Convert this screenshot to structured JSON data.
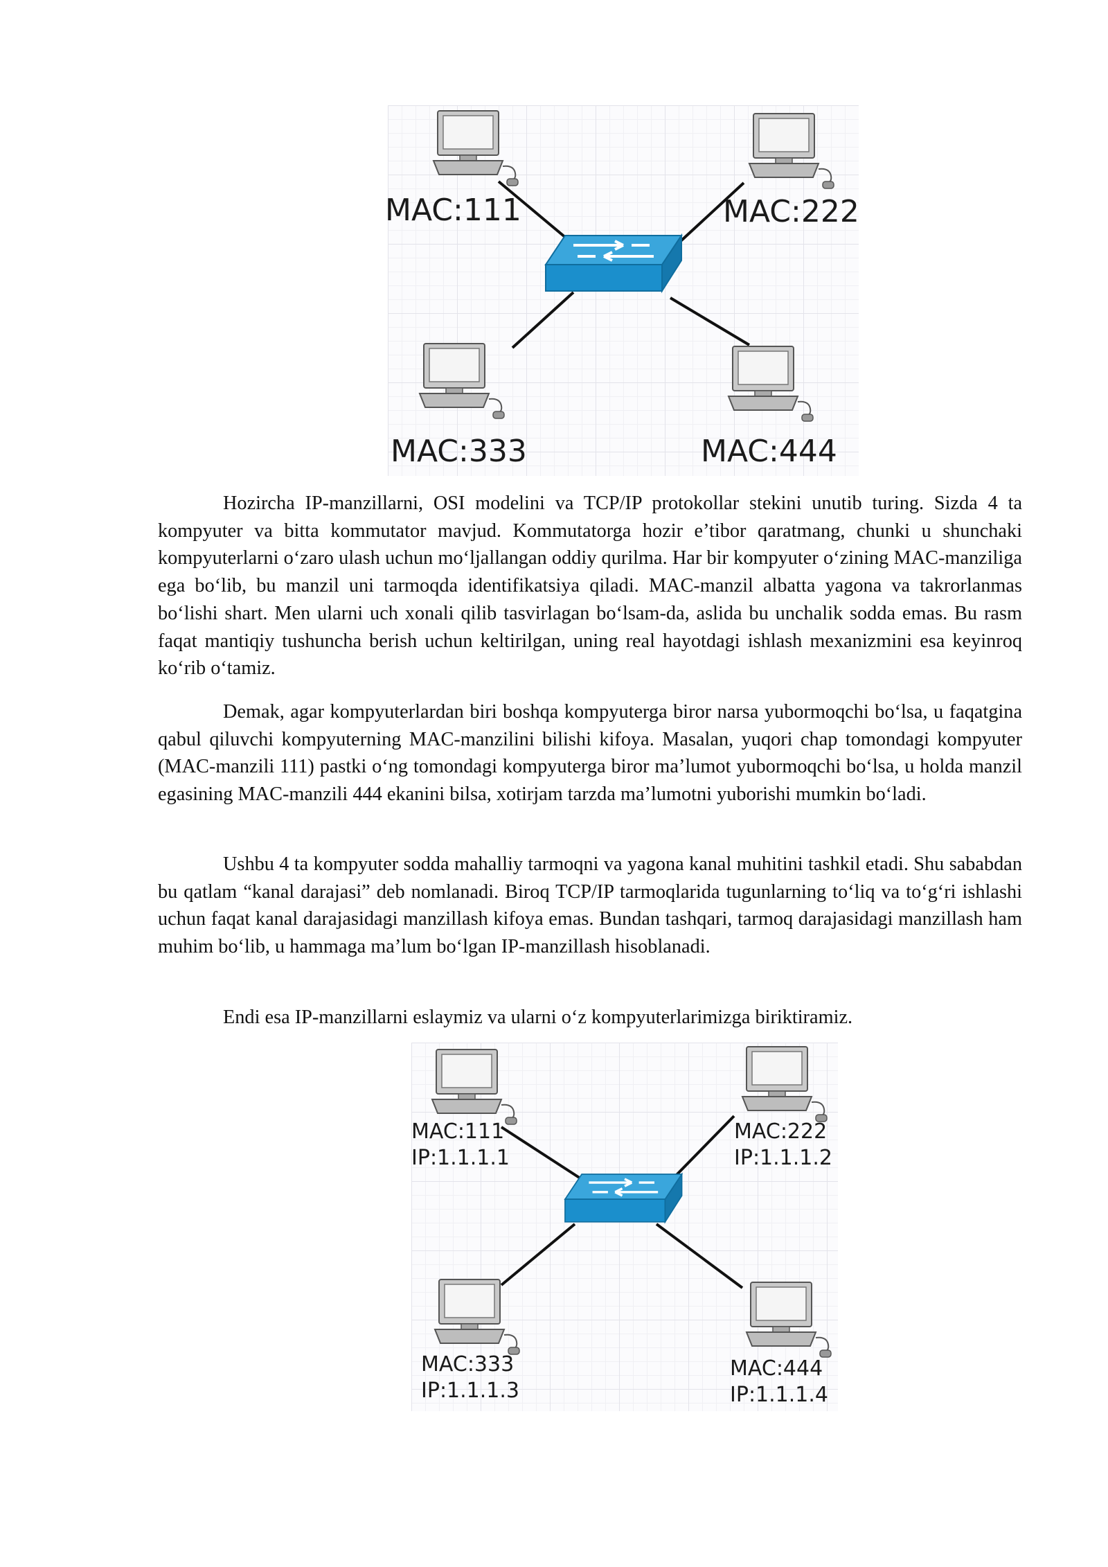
{
  "figure1": {
    "nodes": [
      {
        "label": "MAC:111"
      },
      {
        "label": "MAC:222"
      },
      {
        "label": "MAC:333"
      },
      {
        "label": "MAC:444"
      }
    ]
  },
  "paragraphs": [
    "Hozircha IP-manzillarni, OSI modelini va TCP/IP protokollar stekini unutib turing. Sizda 4 ta kompyuter va bitta kommutator mavjud. Kommutatorga hozir e’tibor qaratmang, chunki u shunchaki kompyuterlarni o‘zaro ulash uchun mo‘ljallangan oddiy qurilma. Har bir kompyuter o‘zining MAC-manziliga ega bo‘lib, bu manzil uni tarmoqda identifikatsiya qiladi. MAC-manzil albatta yagona va takrorlanmas bo‘lishi shart. Men ularni uch xonali qilib tasvirlagan bo‘lsam-da, aslida bu unchalik sodda emas. Bu rasm faqat mantiqiy tushuncha berish uchun keltirilgan, uning real hayotdagi ishlash mexanizmini esa keyinroq ko‘rib o‘tamiz.",
    "Demak, agar kompyuterlardan biri boshqa kompyuterga biror narsa yubormoqchi bo‘lsa, u faqatgina qabul qiluvchi kompyuterning MAC-manzilini bilishi kifoya. Masalan, yuqori chap tomondagi kompyuter (MAC-manzili 111) pastki o‘ng tomondagi kompyuterga biror ma’lumot yubormoqchi bo‘lsa, u holda manzil egasining MAC-manzili 444 ekanini bilsa, xotirjam tarzda ma’lumotni yuborishi mumkin bo‘ladi.",
    "Ushbu 4 ta kompyuter sodda mahalliy tarmoqni va yagona kanal muhitini tashkil etadi. Shu sababdan bu qatlam “kanal darajasi” deb nomlanadi. Biroq TCP/IP tarmoqlarida tugunlarning to‘liq va to‘g‘ri ishlashi uchun faqat kanal darajasidagi manzillash kifoya emas. Bundan tashqari, tarmoq darajasidagi manzillash ham muhim bo‘lib, u hammaga ma’lum bo‘lgan IP-manzillash hisoblanadi.",
    "Endi esa IP-manzillarni eslaymiz va ularni o‘z kompyuterlarimizga biriktiramiz."
  ],
  "figure2": {
    "nodes": [
      {
        "mac": "MAC:111",
        "ip": "IP:1.1.1.1"
      },
      {
        "mac": "MAC:222",
        "ip": "IP:1.1.1.2"
      },
      {
        "mac": "MAC:333",
        "ip": "IP:1.1.1.3"
      },
      {
        "mac": "MAC:444",
        "ip": "IP:1.1.1.4"
      }
    ]
  },
  "colors": {
    "switch_top": "#3aa6dc",
    "switch_front": "#1b8fcc",
    "switch_side": "#1578ad",
    "link": "#111111",
    "monitor": "#b9b9b9"
  }
}
